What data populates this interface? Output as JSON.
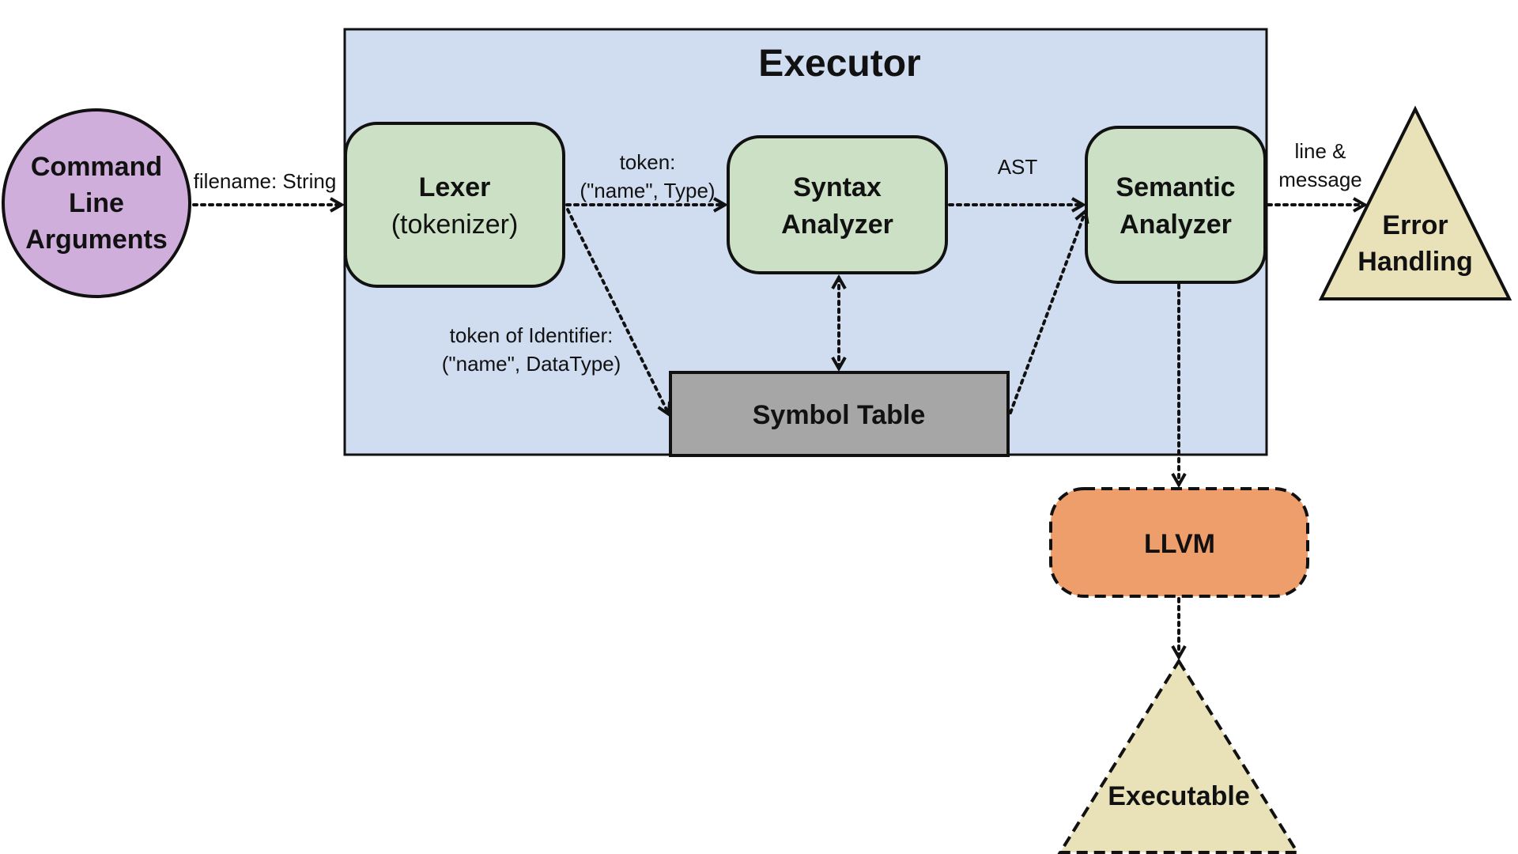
{
  "container": {
    "title": "Executor"
  },
  "nodes": {
    "cli": {
      "line1": "Command",
      "line2": "Line",
      "line3": "Arguments"
    },
    "lexer": {
      "line1": "Lexer",
      "line2": "(tokenizer)"
    },
    "syntax": {
      "line1": "Syntax",
      "line2": "Analyzer"
    },
    "semantic": {
      "line1": "Semantic",
      "line2": "Analyzer"
    },
    "symbol_table": {
      "label": "Symbol Table"
    },
    "error": {
      "line1": "Error",
      "line2": "Handling"
    },
    "llvm": {
      "label": "LLVM"
    },
    "executable": {
      "label": "Executable"
    }
  },
  "edges": {
    "filename": "filename: String",
    "token_line1": "token:",
    "token_line2": "(\"name\", Type)",
    "ast": "AST",
    "identifier_line1": "token of Identifier:",
    "identifier_line2": "(\"name\", DataType)",
    "error_line1": "line &",
    "error_line2": "message"
  },
  "colors": {
    "container_fill": "#d0ddf0",
    "green_fill": "#cce0c5",
    "purple_fill": "#cfaedb",
    "yellow_fill": "#e9e2b9",
    "gray_fill": "#a6a6a6",
    "orange_fill": "#ee9e6b",
    "stroke": "#111111"
  }
}
